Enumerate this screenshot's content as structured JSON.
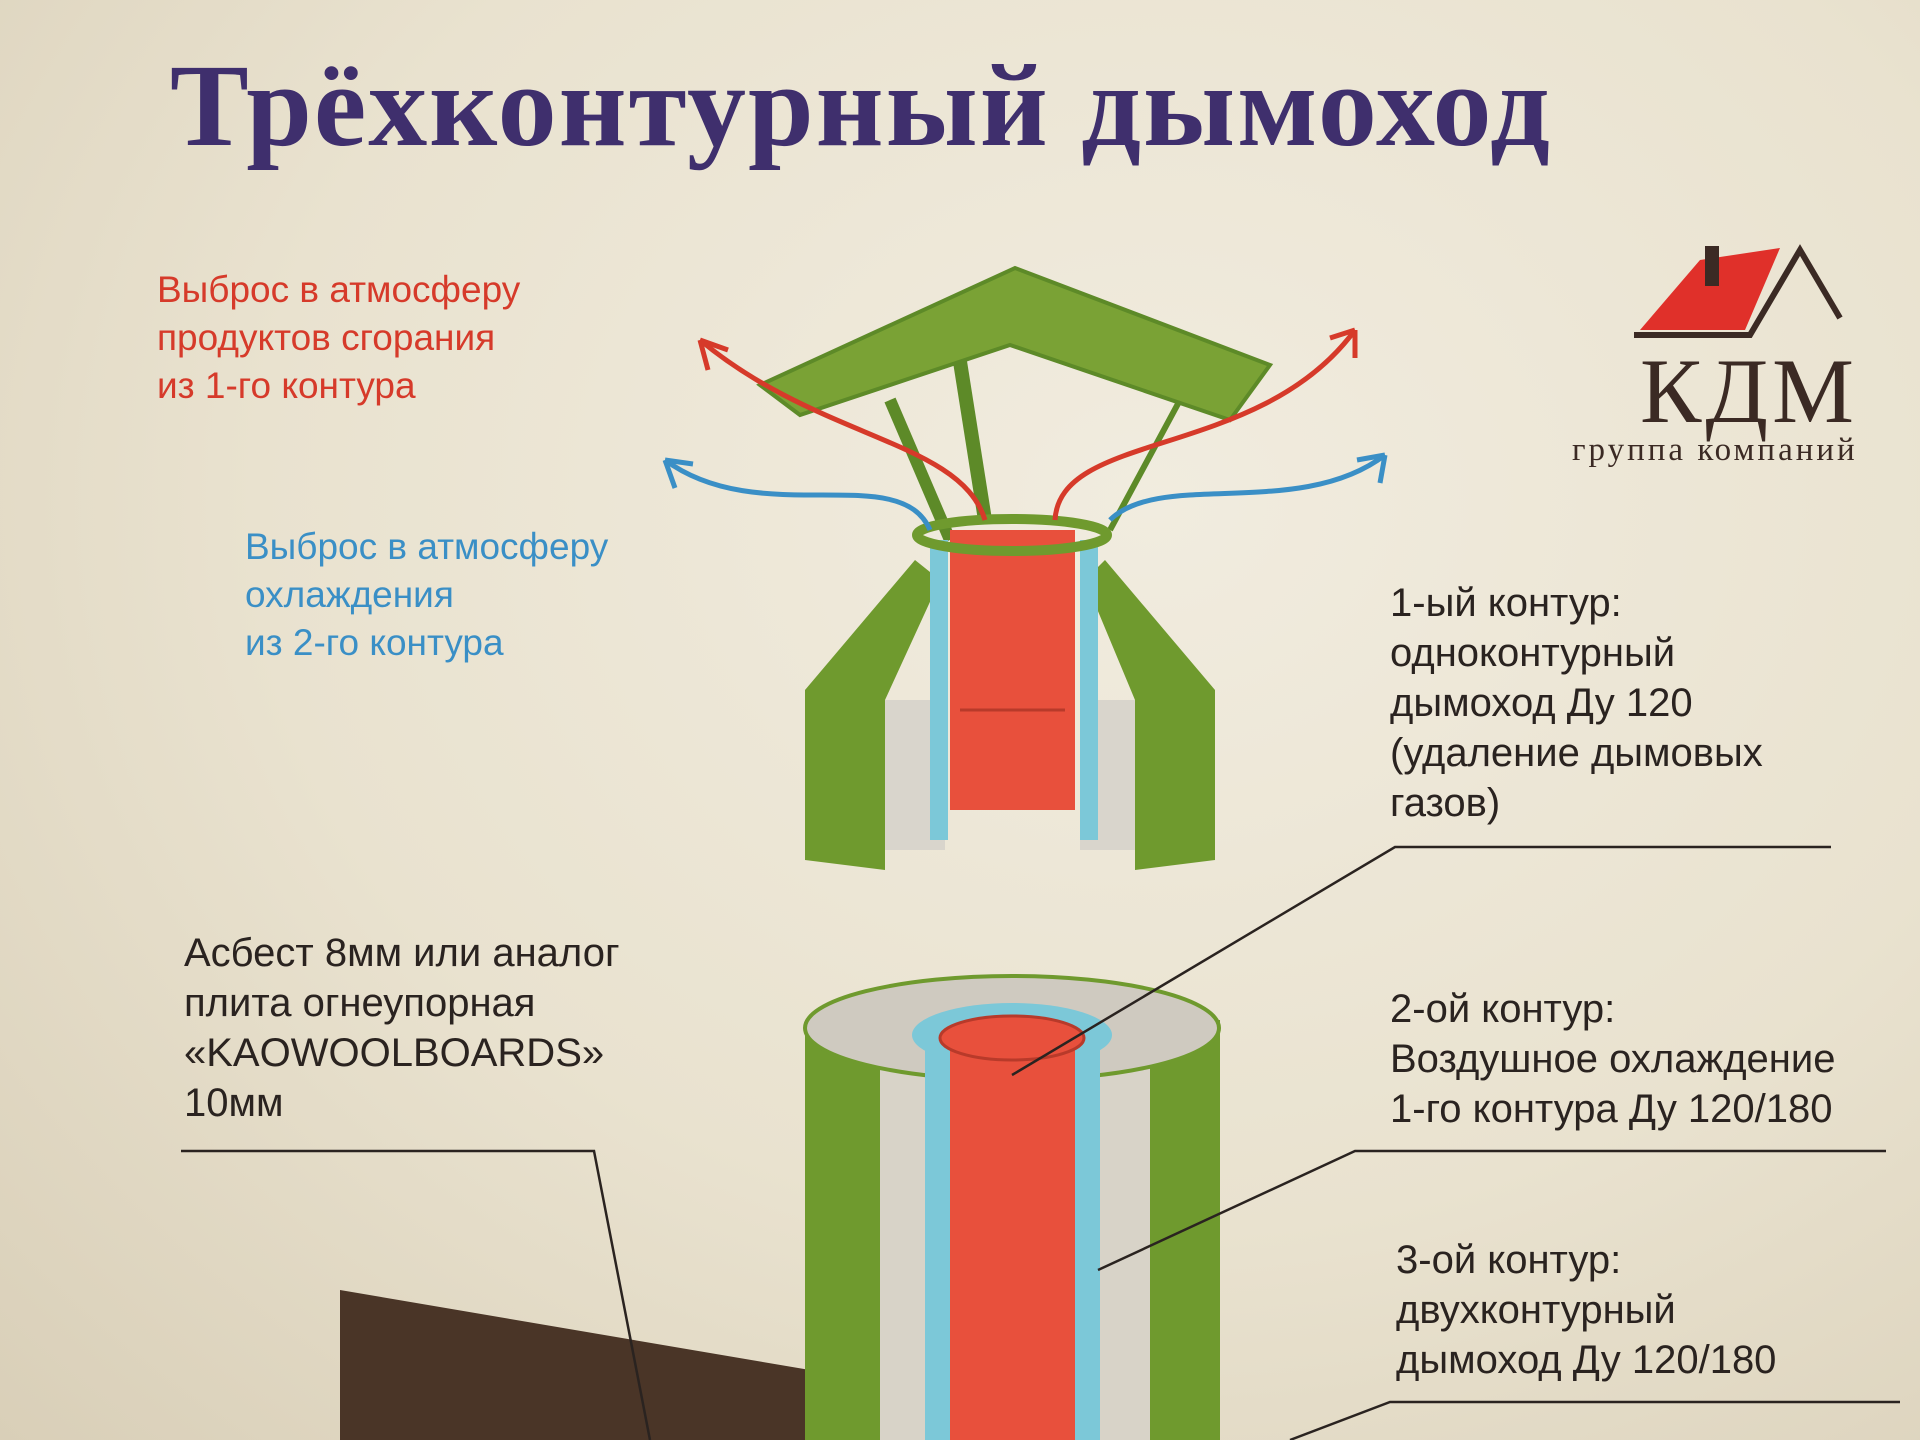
{
  "title": "Трёхконтурный дымоход",
  "logo": {
    "name": "КДМ",
    "subtitle": "группа компаний",
    "roof_color": "#e0302a",
    "text_color": "#3b2a24"
  },
  "notes": {
    "flue_exhaust": "Выброс в атмосферу\nпродуктов сгорания\nиз 1-го контура",
    "cooling_exhaust": "Выброс в атмосферу\nохлаждения\nиз 2-го контура"
  },
  "labels": {
    "insulation": "Асбест 8мм или аналог\nплита огнеупорная\n«KAOWOOLBOARDS»\n10мм",
    "contour1": "1-ый контур:\nодноконтурный\nдымоход Ду 120\n(удаление дымовых\nгазов)",
    "contour2": "2-ой контур:\nВоздушное охлаждение\n1-го контура Ду 120/180",
    "contour3": "3-ой контур:\nдвухконтурный\nдымоход Ду 120/180"
  },
  "colors": {
    "title": "#3f2f6d",
    "red": "#d63a2a",
    "blue": "#3a8fc6",
    "green": "#6f9a2e",
    "pipe_red": "#e8503c",
    "cyan": "#7cc8d8"
  }
}
